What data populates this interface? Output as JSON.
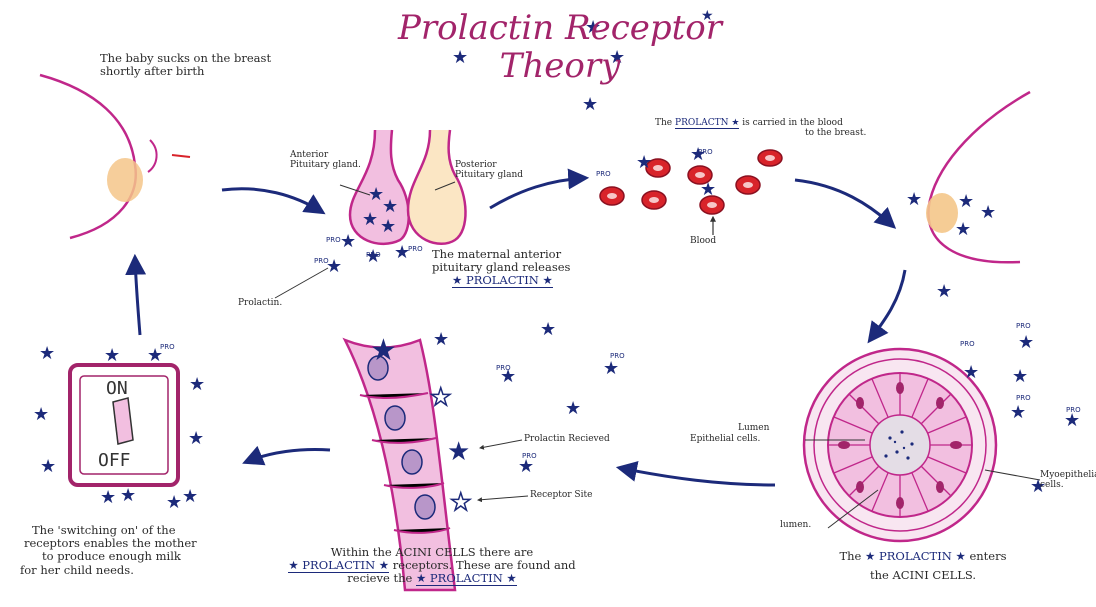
{
  "title": {
    "line1": "Prolactin Receptor",
    "line2": "Theory"
  },
  "colors": {
    "title": "#a2246a",
    "magenta": "#c0278a",
    "pink": "#f2bfe0",
    "navy": "#1c2a7a",
    "red": "#d8232a",
    "skin": "#f4c68a"
  },
  "steps": {
    "baby_sucks": "The baby sucks on the breast shortly after birth",
    "pituitary": {
      "anterior": "Anterior Pituitary gland.",
      "posterior": "Posterior Pituitary gland",
      "releases_line1": "The maternal anterior",
      "releases_line2": "pituitary gland releases",
      "releases_line3": "★ PROLACTIN ★",
      "prolactin": "Prolactin."
    },
    "blood": {
      "line1_a": "The",
      "line1_b": "PROLACTN ★",
      "line1_c": "is carried in the blood",
      "line2": "to the breast.",
      "blood_label": "Blood"
    },
    "acini": {
      "lumen_top": "Lumen",
      "epithelial": "Epithelial cells.",
      "myoepithelial": "Myoepithelial cells.",
      "lumen_bottom": "lumen.",
      "enters_line1_a": "The",
      "enters_line1_b": "★ PROLACTIN ★",
      "enters_line1_c": "enters",
      "enters_line2": "the ACINI CELLS."
    },
    "receptor": {
      "prolactin_recieved": "Prolactin Recieved",
      "receptor_site": "Receptor Site",
      "line1": "Within the ACINI CELLS there are",
      "line2_a": "★ PROLACTIN ★",
      "line2_b": "receptors. These are found and",
      "line3_a": "recieve the",
      "line3_b": "★ PROLACTIN ★"
    },
    "switch": {
      "on": "ON",
      "off": "OFF",
      "line1": "The 'switching on' of the",
      "line2": "receptors enables the mother",
      "line3": "to produce enough milk",
      "line4": "for her child needs."
    }
  },
  "pro_tag": "PRO"
}
